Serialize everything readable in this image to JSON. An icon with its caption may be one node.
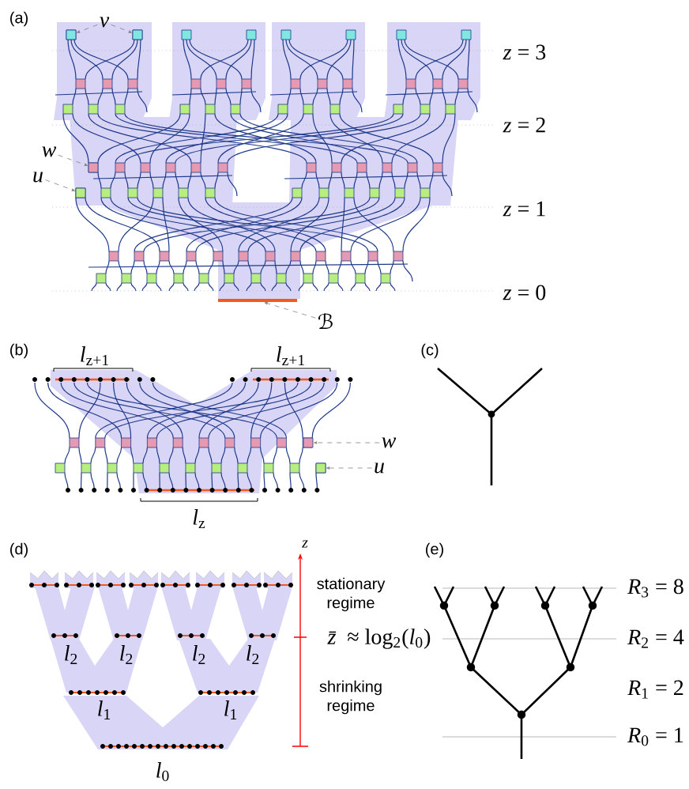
{
  "diagram": {
    "nodes": [
      {
        "text": [
          "*v*"
        ]
      },
      {
        "text": [],
        "shape": "box"
      },
      {
        "text": [],
        "shape": "box"
      },
      {
        "text": [
          "*w*"
        ]
      },
      {
        "text": [],
        "shape": "box"
      },
      {
        "text": [
          "*u*"
        ]
      },
      {
        "text": [],
        "shape": "box"
      },
      {
        "text": [
          "ℬ"
        ]
      },
      {
        "text": [],
        "shape": "bar"
      },
      {
        "text": [
          "*w*"
        ]
      },
      {
        "text": [],
        "shape": "box"
      },
      {
        "text": [
          "*u*"
        ]
      },
      {
        "text": [],
        "shape": "box"
      }
    ],
    "edges": [
      {
        "from": 0,
        "to": 1,
        "arrow": "to",
        "style": "dashed"
      },
      {
        "from": 0,
        "to": 2,
        "arrow": "to",
        "style": "dashed"
      },
      {
        "from": 3,
        "to": 4,
        "arrow": "to",
        "style": "dashed"
      },
      {
        "from": 5,
        "to": 6,
        "arrow": "to",
        "style": "dashed"
      },
      {
        "from": 7,
        "to": 8,
        "arrow": "to",
        "style": "dashed"
      },
      {
        "from": 9,
        "to": 10,
        "arrow": "to",
        "style": "dashed"
      },
      {
        "from": 11,
        "to": 12,
        "arrow": "to",
        "style": "dashed"
      }
    ],
    "labels": [
      "(a)",
      "*z* = 3",
      "*z* = 2",
      "*z* = 1",
      "*z* = 0",
      "(b)",
      "*l*$_{z+1}$",
      "*l*$_{z+1}$",
      "*l*$_{z}$",
      "(c)",
      "(d)",
      "*z*",
      "stationary regime",
      "*z̄* ≈ log$_{2}$(*l*$_{0}$)",
      "shrinking regime",
      "*l*$_{2}$",
      "*l*$_{2}$",
      "*l*$_{2}$",
      "*l*$_{2}$",
      "*l*$_{1}$",
      "*l*$_{1}$",
      "*l*$_{0}$",
      "(e)",
      "*R*$_{3}$ = 8",
      "*R*$_{2}$ = 4",
      "*R*$_{1}$ = 2",
      "*R*$_{0}$ = 1"
    ]
  }
}
